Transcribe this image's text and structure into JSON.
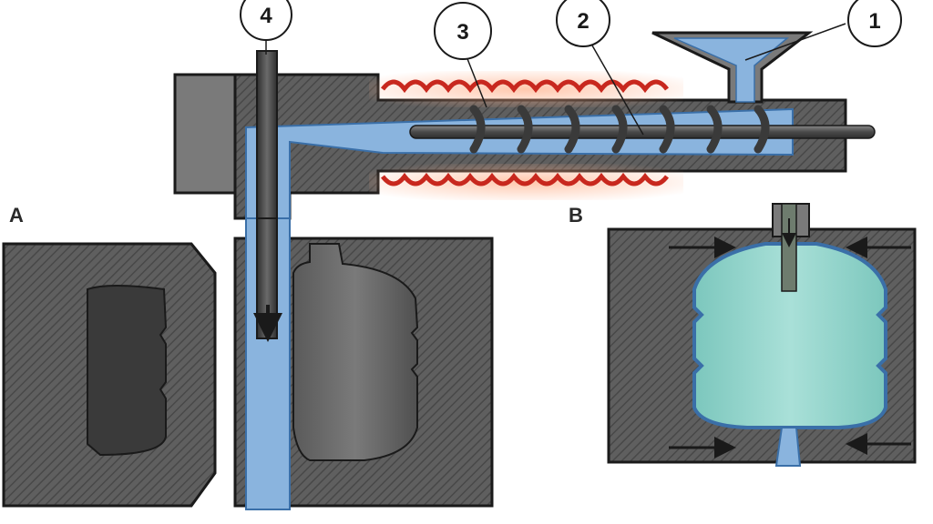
{
  "diagram": {
    "callouts": [
      {
        "id": "c1",
        "label": "1"
      },
      {
        "id": "c2",
        "label": "2"
      },
      {
        "id": "c3",
        "label": "3"
      },
      {
        "id": "c4",
        "label": "4"
      }
    ],
    "panel_labels": [
      {
        "id": "pa",
        "label": "A"
      },
      {
        "id": "pb",
        "label": "B"
      }
    ],
    "colors": {
      "steel": "#5d5d5d",
      "steel_dark": "#3f3f3f",
      "plastic_blue": "#8ab4de",
      "heater_red": "#c8281e",
      "bottle_teal": "#8fd1c8"
    }
  }
}
